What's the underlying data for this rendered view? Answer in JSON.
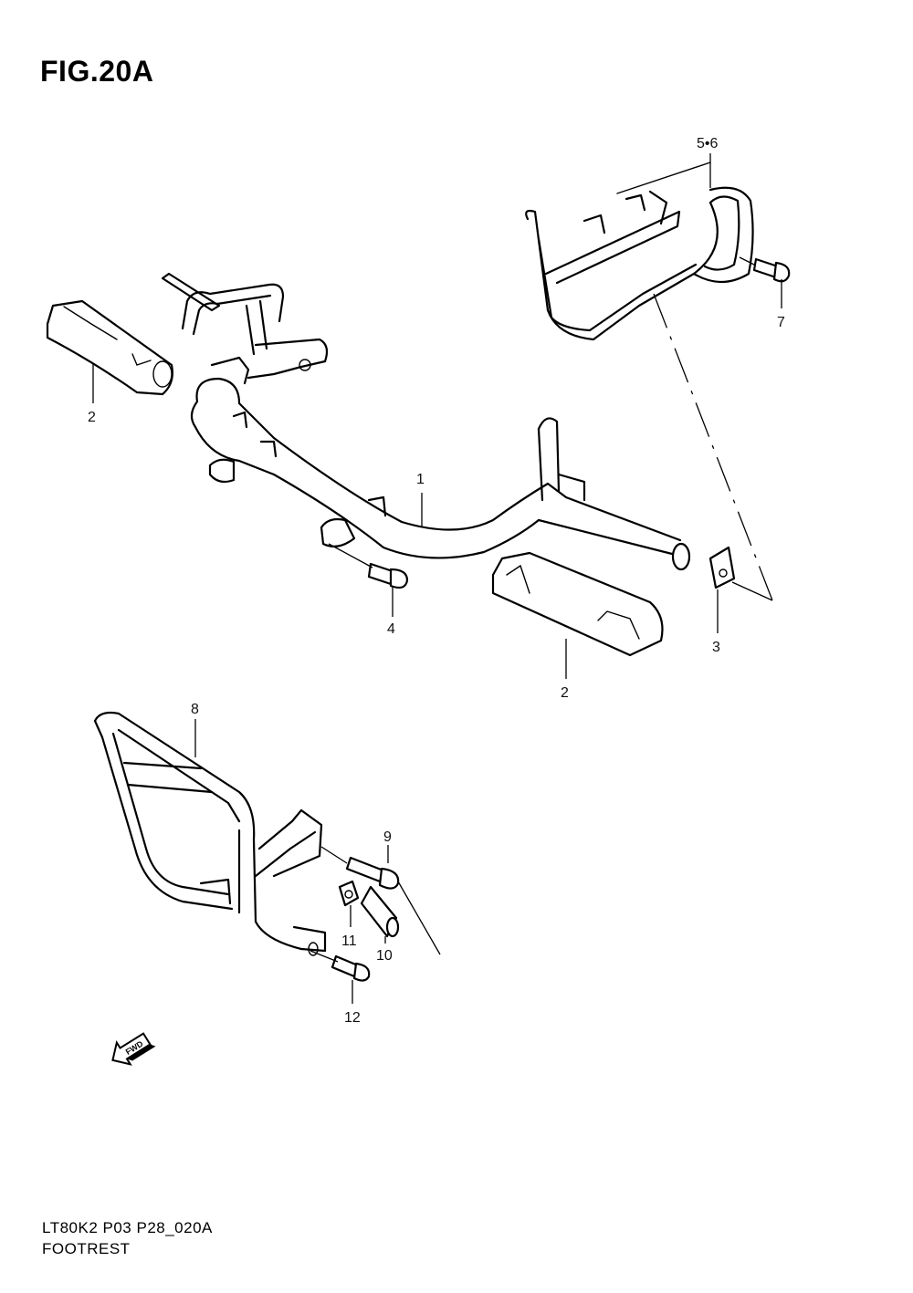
{
  "figure": {
    "title": "FIG.20A"
  },
  "callouts": [
    {
      "id": "1",
      "label": "1"
    },
    {
      "id": "2a",
      "label": "2"
    },
    {
      "id": "2b",
      "label": "2"
    },
    {
      "id": "3",
      "label": "3"
    },
    {
      "id": "4",
      "label": "4"
    },
    {
      "id": "56",
      "label": "5•6"
    },
    {
      "id": "7",
      "label": "7"
    },
    {
      "id": "8",
      "label": "8"
    },
    {
      "id": "9",
      "label": "9"
    },
    {
      "id": "10",
      "label": "10"
    },
    {
      "id": "11",
      "label": "11"
    },
    {
      "id": "12",
      "label": "12"
    }
  ],
  "fwd_arrow": {
    "label": "FWD",
    "icon": "fwd-arrow-icon"
  },
  "footer": {
    "code": "LT80K2 P03 P28_020A",
    "section": "FOOTREST"
  }
}
